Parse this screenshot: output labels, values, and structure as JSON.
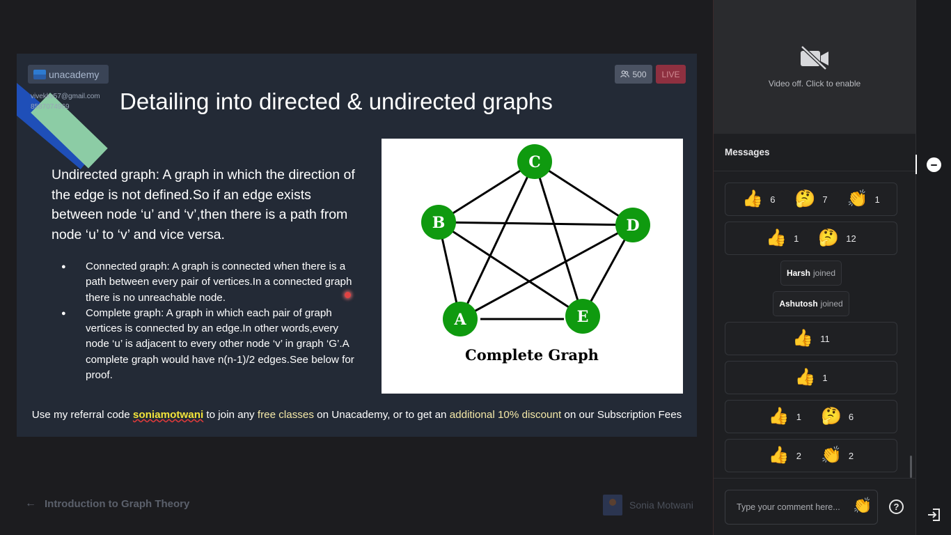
{
  "slide": {
    "logo_text": "unacademy",
    "watermark_email": "vivekkv57@gmail.com",
    "watermark_phone": "8587074969",
    "viewer_count": "500",
    "live_label": "LIVE",
    "title": "Detailing into directed & undirected graphs",
    "paragraph": "Undirected graph: A graph in which the direction of the edge is not defined.So if an edge exists between node ‘u’ and ‘v’,then there is a path from node ‘u’ to ‘v’ and vice versa.",
    "bullets": [
      "Connected graph: A graph is connected when there is a path between every pair of vertices.In a connected graph there is no unreachable node.",
      "Complete graph: A graph in which each pair of graph vertices is connected by an edge.In other words,every node ‘u’ is adjacent to every other node ‘v’ in graph ‘G’.A complete graph would have n(n-1)/2 edges.See below for proof."
    ],
    "graph": {
      "caption": "Complete Graph",
      "node_color": "#0f9a0f",
      "nodes": [
        "C",
        "B",
        "D",
        "A",
        "E"
      ]
    },
    "referral": {
      "prefix": "Use my referral code",
      "code": "soniamotwani",
      "mid1": "to join any",
      "free_classes": "free classes",
      "mid2": "on Unacademy, or to get an",
      "additional": "additional",
      "discount": "10% discount",
      "suffix": "on our Subscription Fees"
    }
  },
  "footer": {
    "back_label": "Introduction to Graph Theory",
    "presenter": "Sonia Motwani"
  },
  "video": {
    "off_text": "Video off. Click to enable"
  },
  "messages": {
    "header": "Messages",
    "items": [
      {
        "type": "reactions",
        "reactions": [
          {
            "icon": "thumbs-up",
            "glyph": "👍",
            "count": "6"
          },
          {
            "icon": "thinking-face",
            "glyph": "🤔",
            "count": "7"
          },
          {
            "icon": "clapping-hands",
            "glyph": "👏",
            "count": "1"
          }
        ]
      },
      {
        "type": "reactions",
        "reactions": [
          {
            "icon": "thumbs-up",
            "glyph": "👍",
            "count": "1"
          },
          {
            "icon": "thinking-face",
            "glyph": "🤔",
            "count": "12"
          }
        ]
      },
      {
        "type": "joined",
        "name": "Harsh",
        "text": "joined"
      },
      {
        "type": "joined",
        "name": "Ashutosh",
        "text": "joined"
      },
      {
        "type": "reactions",
        "reactions": [
          {
            "icon": "thumbs-up",
            "glyph": "👍",
            "count": "11"
          }
        ]
      },
      {
        "type": "reactions",
        "reactions": [
          {
            "icon": "thumbs-up",
            "glyph": "👍",
            "count": "1"
          }
        ]
      },
      {
        "type": "reactions",
        "reactions": [
          {
            "icon": "thumbs-up",
            "glyph": "👍",
            "count": "1"
          },
          {
            "icon": "thinking-face",
            "glyph": "🤔",
            "count": "6"
          }
        ]
      },
      {
        "type": "reactions",
        "reactions": [
          {
            "icon": "thumbs-up",
            "glyph": "👍",
            "count": "2"
          },
          {
            "icon": "clapping-hands",
            "glyph": "👏",
            "count": "2"
          }
        ]
      }
    ]
  },
  "comment": {
    "placeholder": "Type your comment here...",
    "clap_glyph": "👏",
    "help_glyph": "?"
  },
  "colors": {
    "slide_bg": "#232a36",
    "referral_code": "#f3e43a",
    "live_badge": "#8e3040"
  }
}
